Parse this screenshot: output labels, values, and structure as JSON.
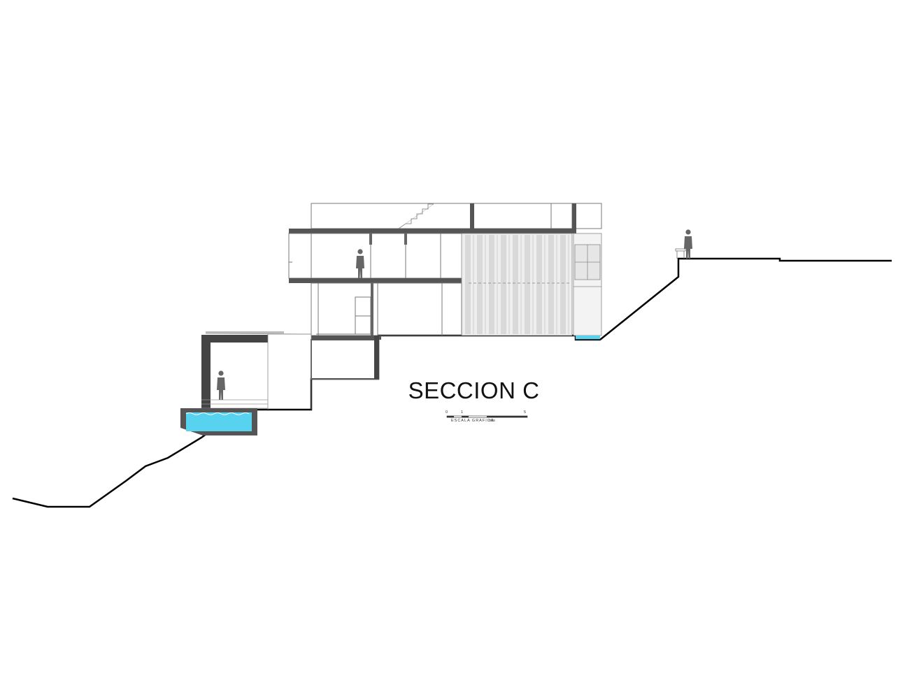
{
  "section_title": "SECCION C",
  "scale_bar": {
    "ticks": [
      "0",
      "1",
      "5"
    ],
    "label": "ESCALA GRAFICA",
    "unit": "mts"
  },
  "colors": {
    "ground_line": "#000000",
    "structure": "#555555",
    "concrete_fill": "#3f3f3f",
    "glazing": "#ececec",
    "water": "#58d3ef",
    "figure": "#666666"
  }
}
